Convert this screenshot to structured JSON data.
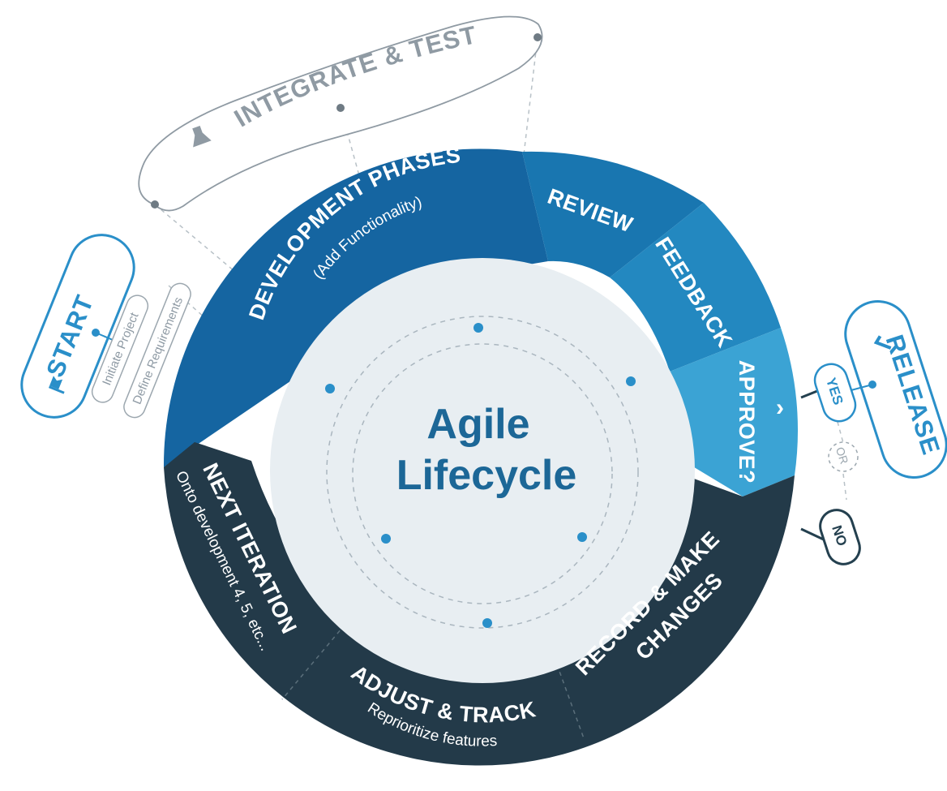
{
  "center": {
    "line1": "Agile",
    "line2": "Lifecycle"
  },
  "segments": {
    "development": {
      "title": "DEVELOPMENT PHASES",
      "subtitle": "(Add Functionality)"
    },
    "review": {
      "title": "REVIEW"
    },
    "feedback": {
      "title": "FEEDBACK"
    },
    "approve": {
      "title": "APPROVE?",
      "chevron": "chevron-right-icon"
    },
    "record": {
      "line1": "RECORD & MAKE",
      "line2": "CHANGES"
    },
    "adjust": {
      "title": "ADJUST & TRACK",
      "subtitle": "Reprioritize features"
    },
    "next": {
      "title": "NEXT ITERATION",
      "subtitle": "Onto development 4, 5, etc..."
    }
  },
  "callouts": {
    "integrate": {
      "label": "INTEGRATE & TEST",
      "icon": "flask-icon"
    },
    "start": {
      "label": "START",
      "icon": "flag-icon",
      "steps": [
        "Initiate Project",
        "Define Requirements"
      ]
    },
    "release": {
      "label": "RELEASE",
      "icon": "checkmark-icon"
    },
    "decision": {
      "yes": "YES",
      "or": "OR",
      "no": "NO"
    }
  },
  "colors": {
    "development": "#1565a1",
    "review": "#1976b0",
    "feedback": "#2388c0",
    "approve": "#3ba3d4",
    "dark": "#233a49",
    "inner": "#e8eef2",
    "accent": "#2a8fc9",
    "outline": "#9ca7af"
  }
}
